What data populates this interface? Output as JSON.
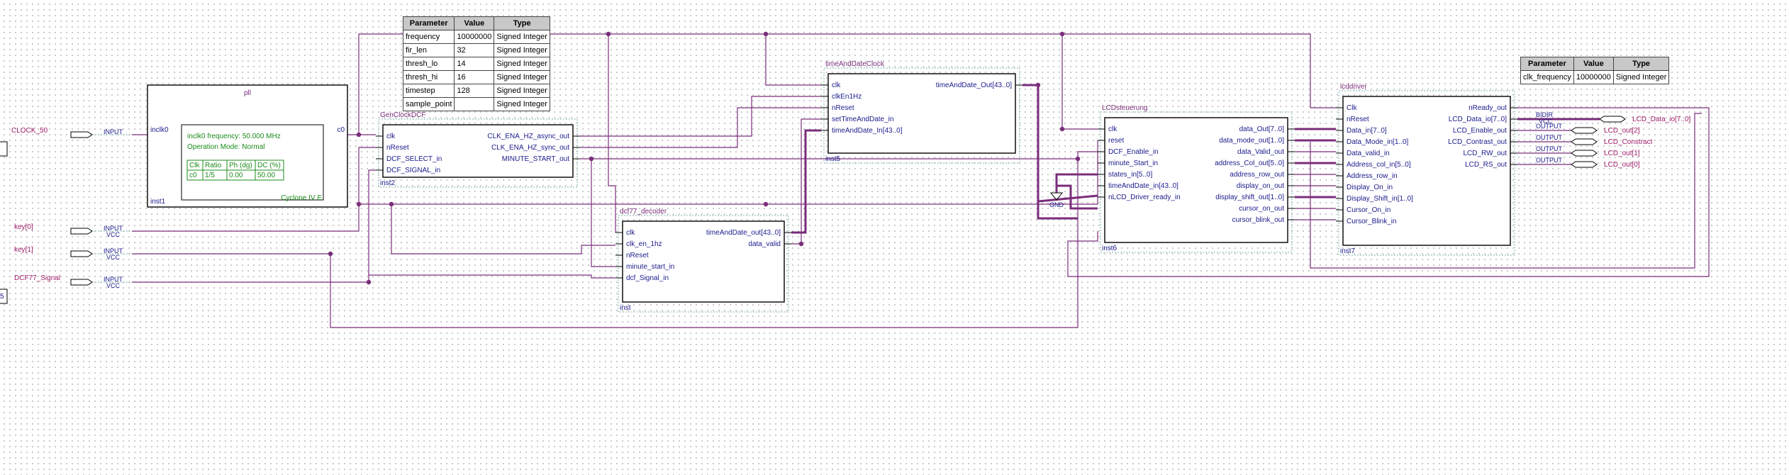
{
  "colors": {
    "wire": "#7a2d7a",
    "block": "#000000",
    "pin_text": "#a0206b",
    "port_text": "#1a1a8c",
    "pll_text": "#1a8c1a",
    "grid_dot": "#9a9a9a"
  },
  "param_table_1": {
    "headers": [
      "Parameter",
      "Value",
      "Type"
    ],
    "rows": [
      [
        "frequency",
        "10000000",
        "Signed Integer"
      ],
      [
        "fir_len",
        "32",
        "Signed Integer"
      ],
      [
        "thresh_lo",
        "14",
        "Signed Integer"
      ],
      [
        "thresh_hi",
        "16",
        "Signed Integer"
      ],
      [
        "timestep",
        "128",
        "Signed Integer"
      ],
      [
        "sample_point",
        "",
        "Signed Integer"
      ]
    ]
  },
  "param_table_2": {
    "headers": [
      "Parameter",
      "Value",
      "Type"
    ],
    "rows": [
      [
        "clk_frequency",
        "10000000",
        "Signed Integer"
      ]
    ]
  },
  "pins": [
    {
      "name": "CLOCK_50",
      "dir": "INPUT",
      "vcc": ""
    },
    {
      "name": "key[0]",
      "dir": "INPUT",
      "vcc": "VCC"
    },
    {
      "name": "key[1]",
      "dir": "INPUT",
      "vcc": "VCC"
    },
    {
      "name": "DCF77_Signal",
      "dir": "INPUT",
      "vcc": "VCC"
    }
  ],
  "out_pins": [
    {
      "name": "LCD_Data_io[7..0]",
      "dir": "BIDIR",
      "vcc": "VCC"
    },
    {
      "name": "LCD_out[2]",
      "dir": "OUTPUT"
    },
    {
      "name": "LCD_Constract",
      "dir": "OUTPUT"
    },
    {
      "name": "LCD_out[1]",
      "dir": "OUTPUT"
    },
    {
      "name": "LCD_out[0]",
      "dir": "OUTPUT"
    }
  ],
  "pll": {
    "title": "pll",
    "in_port": "inclk0",
    "out_port": "c0",
    "inst": "inst1",
    "family": "Cyclone IV E",
    "freq_text": "inclk0 frequency: 50.000 MHz",
    "mode_text": "Operation Mode: Normal",
    "table_headers": [
      "Clk",
      "Ratio",
      "Ph (dg)",
      "DC (%)"
    ],
    "table_row": [
      "c0",
      "1/5",
      "0.00",
      "50.00"
    ]
  },
  "gen": {
    "title": "GenClockDCF",
    "inst": "inst2",
    "in_ports": [
      "clk",
      "nReset",
      "DCF_SELECT_in",
      "DCF_SIGNAL_in"
    ],
    "out_ports": [
      "CLK_ENA_HZ_async_out",
      "CLK_ENA_HZ_sync_out",
      "MINUTE_START_out"
    ]
  },
  "tad": {
    "title": "timeAndDateClock",
    "inst": "inst5",
    "in_ports": [
      "clk",
      "clkEn1Hz",
      "nReset",
      "setTimeAndDate_in",
      "timeAndDate_In[43..0]"
    ],
    "out_ports": [
      "timeAndDate_Out[43..0]"
    ]
  },
  "dcf": {
    "title": "dcf77_decoder",
    "inst": "inst",
    "in_ports": [
      "clk",
      "clk_en_1hz",
      "nReset",
      "minute_start_in",
      "dcf_Signal_in"
    ],
    "out_ports": [
      "timeAndDate_out[43..0]",
      "data_valid"
    ]
  },
  "lcds": {
    "title": "LCDsteuerung",
    "inst": "inst6",
    "in_ports": [
      "clk",
      "reset",
      "DCF_Enable_in",
      "minute_Start_in",
      "states_in[5..0]",
      "timeAndDate_in[43..0]",
      "nLCD_Driver_ready_in"
    ],
    "out_ports": [
      "data_Out[7..0]",
      "data_mode_out[1..0]",
      "data_Valid_out",
      "address_Col_out[5..0]",
      "address_row_out",
      "display_on_out",
      "display_shift_out[1..0]",
      "cursor_on_out",
      "cursor_blink_out"
    ]
  },
  "lcdd": {
    "title": "lcddriver",
    "inst": "inst7",
    "in_ports": [
      "Clk",
      "nReset",
      "Data_in[7..0]",
      "Data_Mode_in[1..0]",
      "Data_valid_in",
      "Address_col_in[5..0]",
      "Address_row_in",
      "Display_On_in",
      "Display_Shift_in[1..0]",
      "Cursor_On_in",
      "Cursor_Blink_in"
    ],
    "out_ports": [
      "nReady_out",
      "LCD_Data_io[7..0]",
      "LCD_Enable_out",
      "LCD_Contrast_out",
      "LCD_RW_out",
      "LCD_RS_out"
    ]
  },
  "gnd_label": "GND",
  "left_stubs": [
    "5"
  ]
}
